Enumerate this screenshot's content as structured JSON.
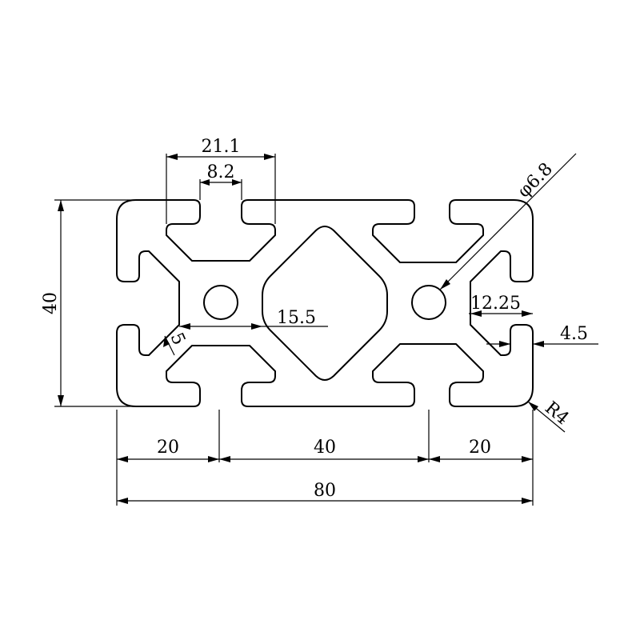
{
  "drawing": {
    "colors": {
      "line": "#000000",
      "background": "#ffffff"
    },
    "dimensions": {
      "width_total": "80",
      "segment_left": "20",
      "segment_middle": "40",
      "segment_right": "20",
      "height": "40",
      "slot_outer_width": "21.1",
      "slot_opening": "8.2",
      "core_span": "15.5",
      "wall": "5",
      "slot_depth": "12.25",
      "lip": "4.5",
      "corner_radius": "R4",
      "hole_diameter": "φ6.8"
    }
  }
}
